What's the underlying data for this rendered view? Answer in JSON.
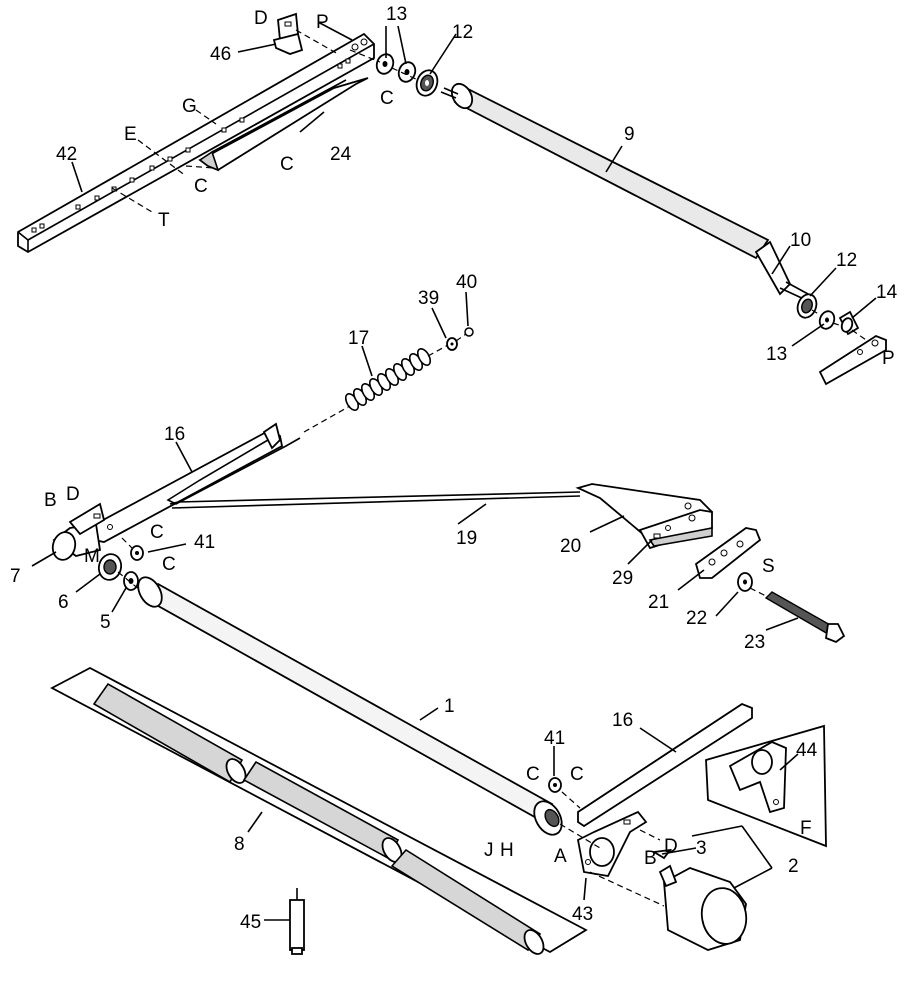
{
  "callouts": {
    "n1": "1",
    "n2": "2",
    "n3": "3",
    "n5": "5",
    "n6": "6",
    "n7": "7",
    "n8": "8",
    "n9": "9",
    "n10": "10",
    "n12a": "12",
    "n12b": "12",
    "n13a": "13",
    "n13b": "13",
    "n14": "14",
    "n16a": "16",
    "n16b": "16",
    "n17": "17",
    "n19": "19",
    "n20": "20",
    "n21": "21",
    "n22": "22",
    "n23": "23",
    "n24": "24",
    "n29": "29",
    "n39": "39",
    "n40": "40",
    "n41a": "41",
    "n41b": "41",
    "n42": "42",
    "n43": "43",
    "n44": "44",
    "n45": "45",
    "n46": "46"
  },
  "letters": {
    "D1": "D",
    "P1": "P",
    "C1": "C",
    "G": "G",
    "E": "E",
    "C2": "C",
    "C3": "C",
    "T": "T",
    "P2": "P",
    "B1": "B",
    "D2": "D",
    "M": "M",
    "C4": "C",
    "C5": "C",
    "S": "S",
    "C6": "C",
    "C7": "C",
    "J": "J",
    "H": "H",
    "A": "A",
    "D3": "D",
    "B2": "B",
    "F": "F"
  }
}
